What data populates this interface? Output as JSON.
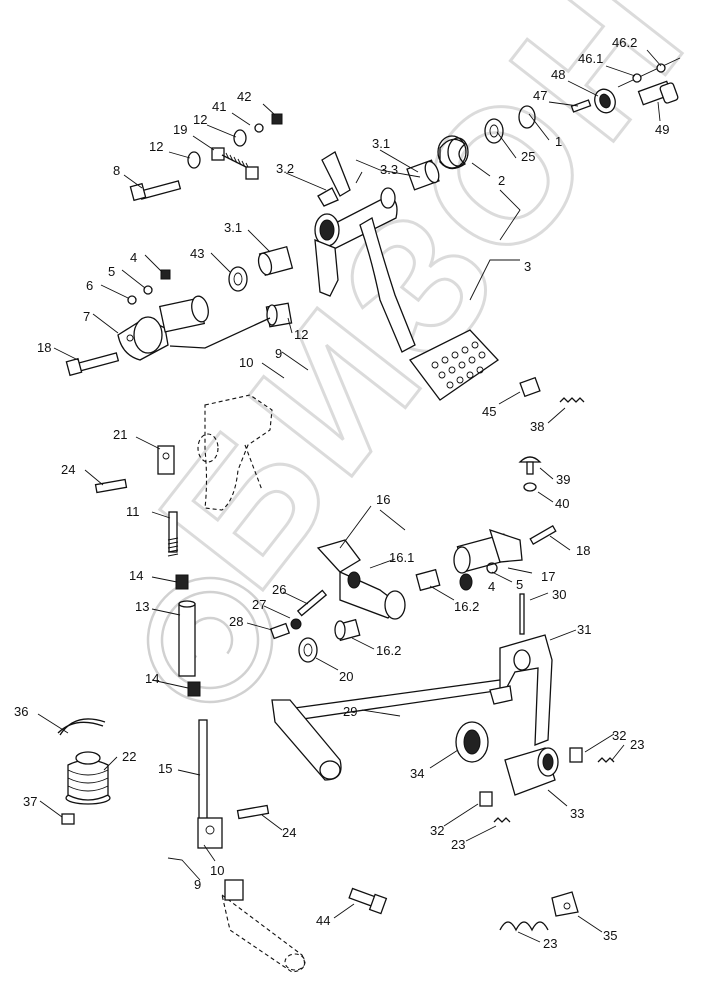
{
  "watermark": "БИЗОН",
  "callouts": [
    "46.2",
    "46.1",
    "48",
    "47",
    "42",
    "41",
    "12",
    "19",
    "12",
    "8",
    "1",
    "25",
    "3.1",
    "3.3",
    "3.2",
    "2",
    "3.1",
    "43",
    "4",
    "5",
    "6",
    "7",
    "18",
    "3",
    "12",
    "9",
    "10",
    "21",
    "24",
    "11",
    "14",
    "13",
    "14",
    "36",
    "22",
    "37",
    "15",
    "9",
    "10",
    "24",
    "44",
    "45",
    "38",
    "39",
    "40",
    "16",
    "18",
    "16.1",
    "17",
    "5",
    "4",
    "26",
    "30",
    "27",
    "28",
    "16.2",
    "16.2",
    "31",
    "20",
    "29",
    "34",
    "32",
    "23",
    "33",
    "32",
    "23",
    "35",
    "23",
    "49"
  ]
}
